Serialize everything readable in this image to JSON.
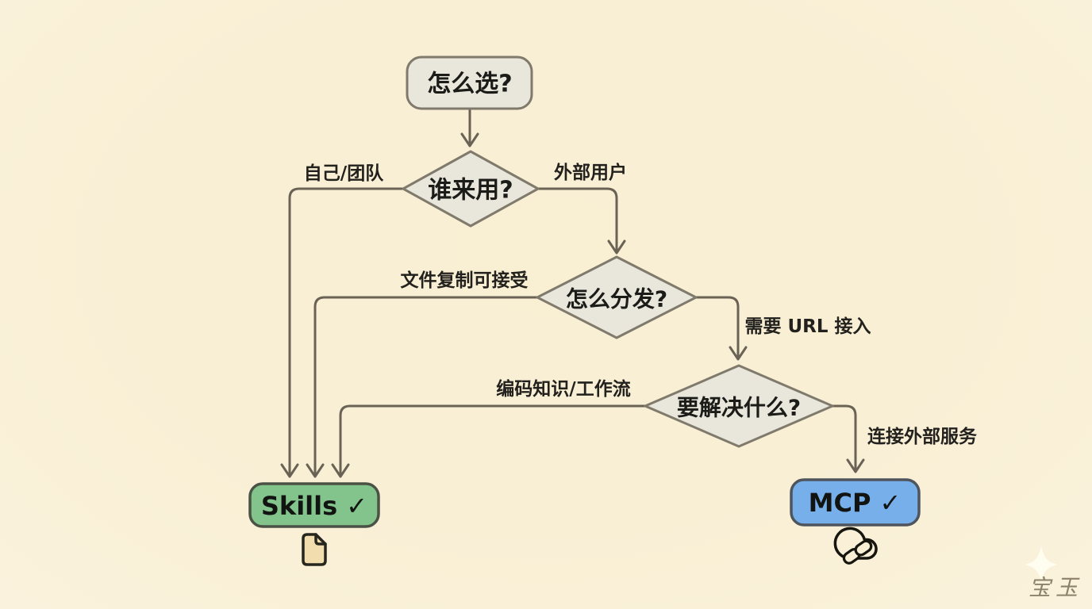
{
  "diagram_title": "怎么选?",
  "colors": {
    "background": "#f9efd5",
    "decision_fill": "#e9e6dc",
    "decision_border": "#7f7a6b",
    "line": "#6a6355",
    "text": "#1b1b18",
    "skills_fill": "#83c48c",
    "skills_border": "#4a5245",
    "mcp_fill": "#76afea",
    "mcp_border": "#4f555c",
    "doc_icon_fill": "#f2ddae",
    "watermark_color": "#82765e"
  },
  "nodes": {
    "start": {
      "label": "怎么选?",
      "type": "start"
    },
    "who": {
      "label": "谁来用?",
      "type": "decision"
    },
    "distribute": {
      "label": "怎么分发?",
      "type": "decision"
    },
    "solve": {
      "label": "要解决什么?",
      "type": "decision"
    },
    "skills": {
      "label": "Skills ✓",
      "type": "result"
    },
    "mcp": {
      "label": "MCP ✓",
      "type": "result"
    }
  },
  "edge_labels": {
    "who_left": "自己/团队",
    "who_right": "外部用户",
    "distribute_left": "文件复制可接受",
    "distribute_right": "需要 URL 接入",
    "solve_left": "编码知识/工作流",
    "solve_right": "连接外部服务"
  },
  "icons": {
    "skills_icon": "document-icon",
    "mcp_icon": "cloud-link-icon"
  },
  "watermark": "宝玉"
}
